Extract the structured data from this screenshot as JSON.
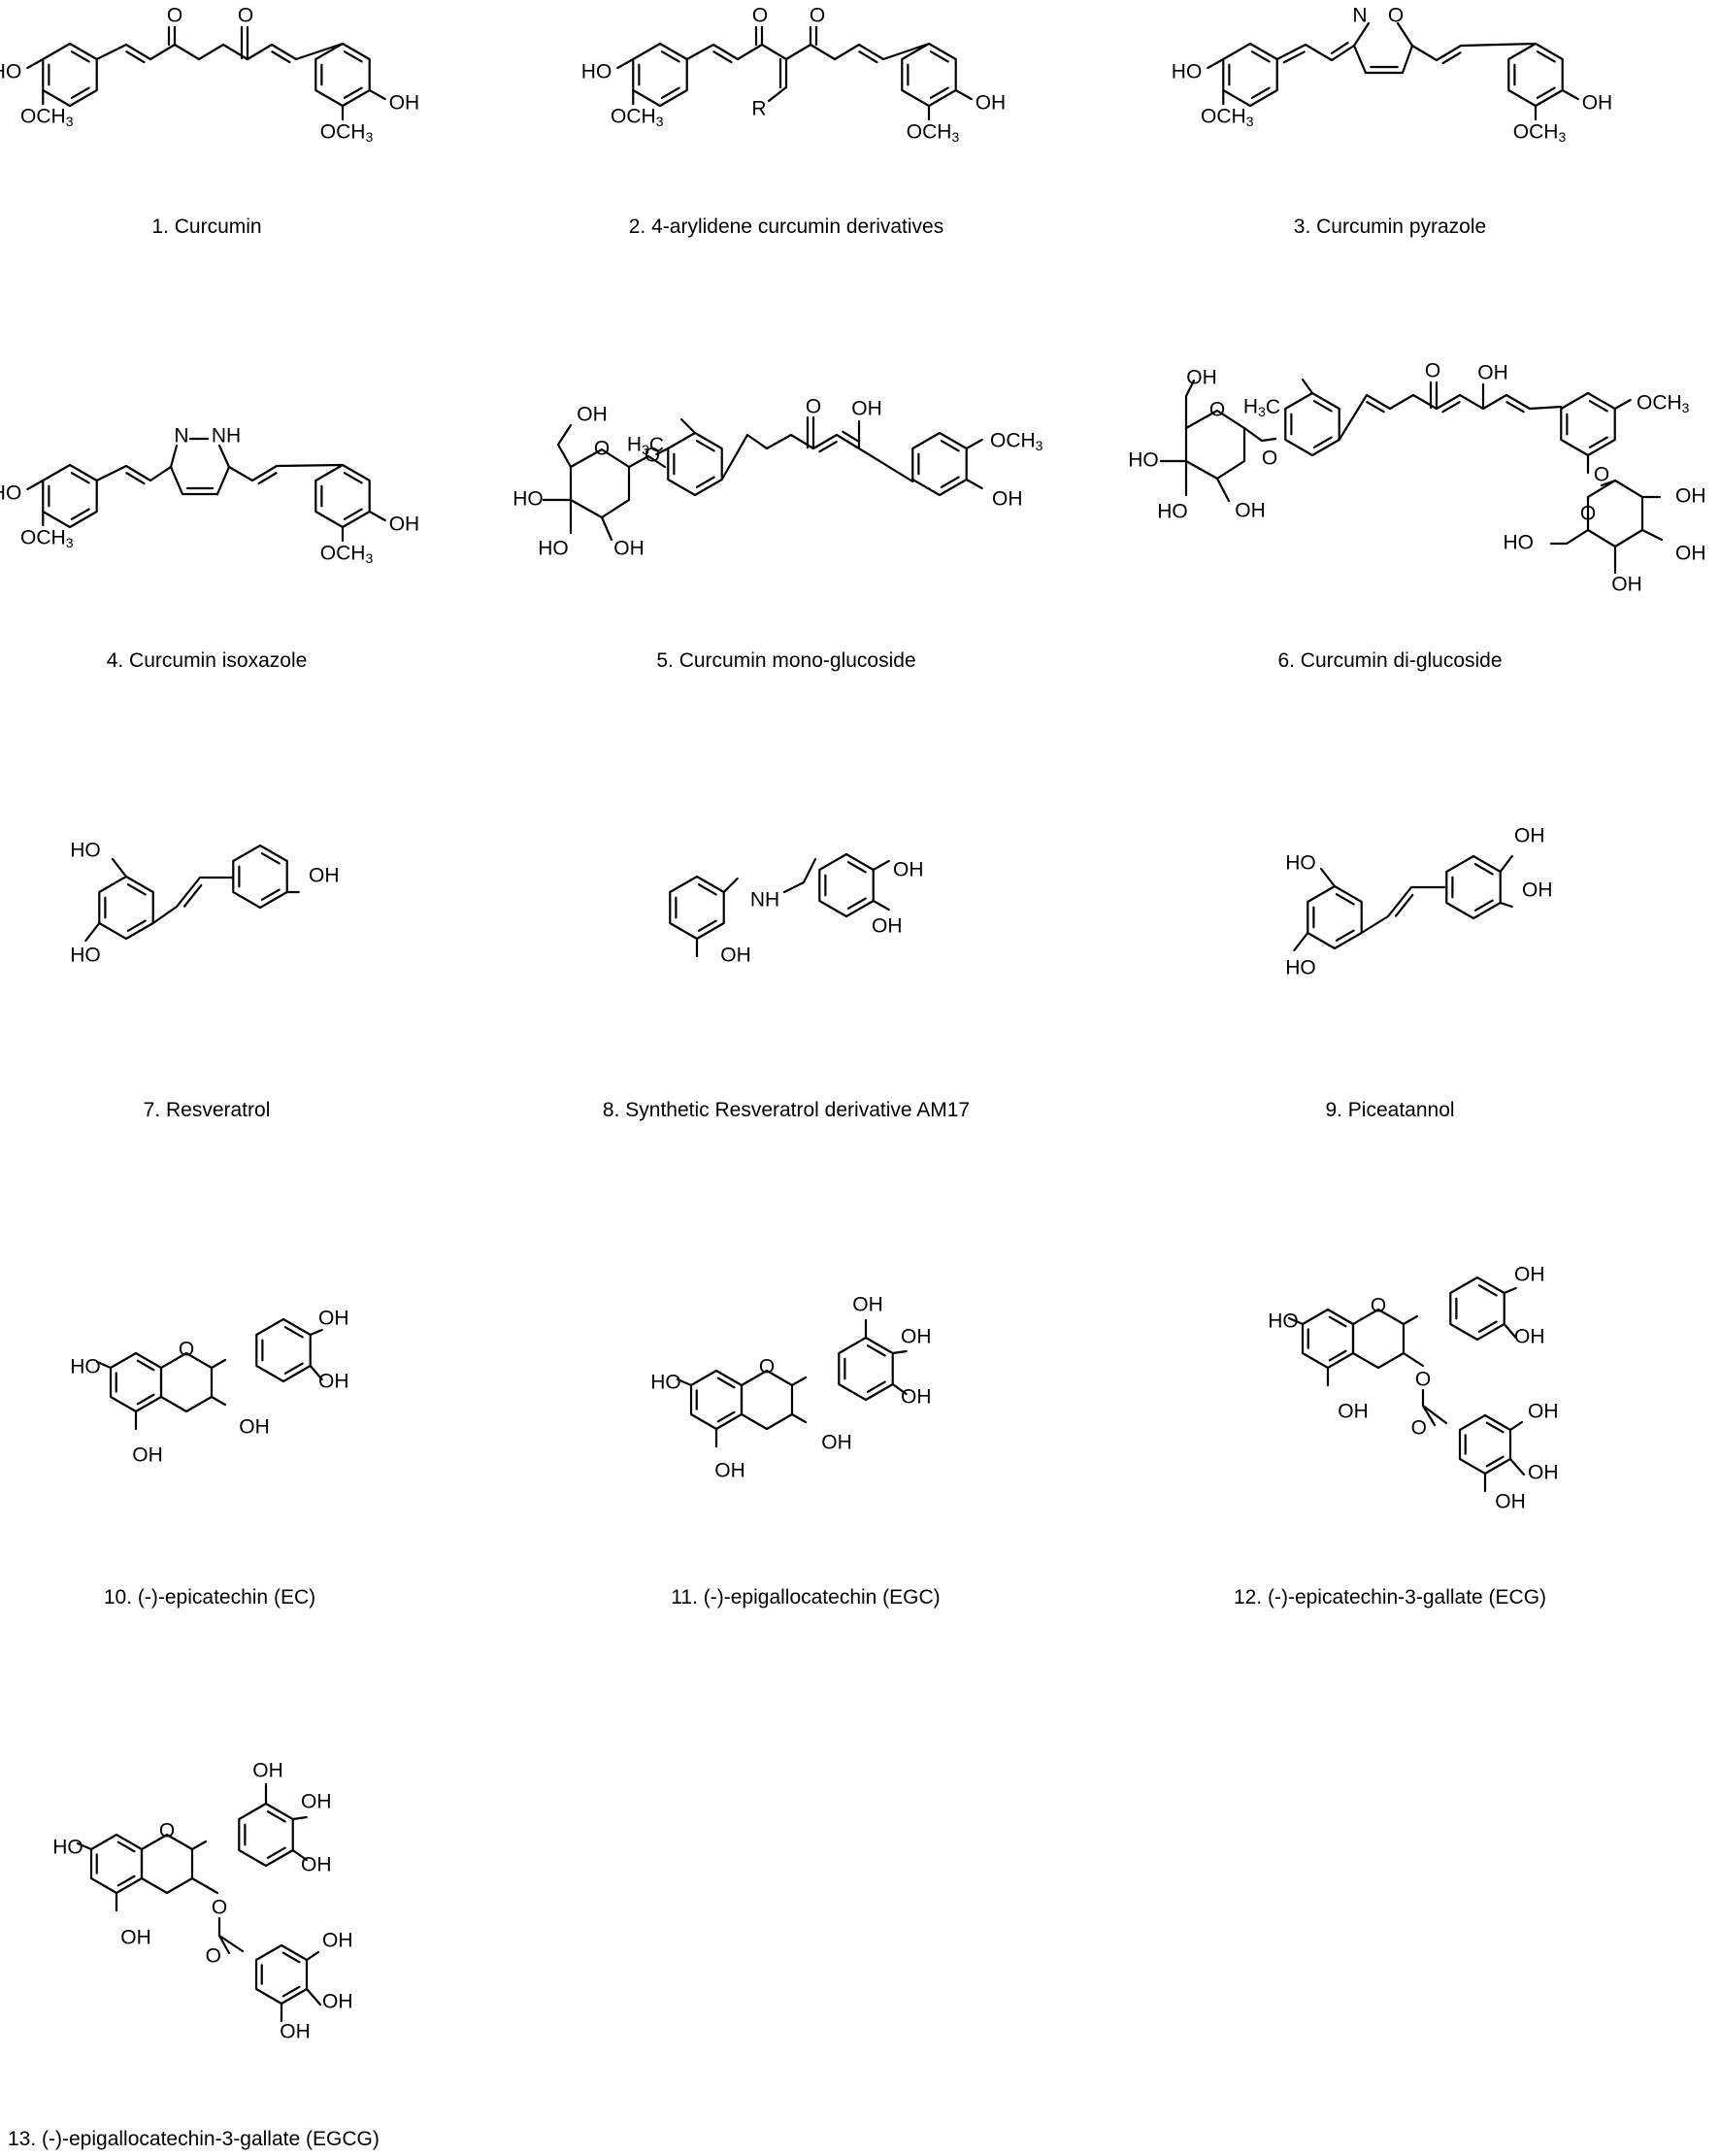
{
  "figure": {
    "captions": [
      "1. Curcumin",
      "2. 4-arylidene curcumin derivatives",
      "3. Curcumin pyrazole",
      "4. Curcumin isoxazole",
      "5. Curcumin mono-glucoside",
      "6. Curcumin di-glucoside",
      "7. Resveratrol",
      "8. Synthetic Resveratrol derivative AM17",
      "9. Piceatannol",
      "10. (-)-epicatechin (EC)",
      "11. (-)-epigallocatechin (EGC)",
      "12. (-)-epicatechin-3-gallate (ECG)",
      "13. (-)-epigallocatechin-3-gallate (EGCG)"
    ],
    "compounds": [
      {
        "labels": [
          "O",
          "O",
          "HO",
          "OH",
          "OCH3",
          "OCH3"
        ]
      },
      {
        "labels": [
          "O",
          "O",
          "R",
          "HO",
          "OH",
          "OCH3",
          "OCH3"
        ]
      },
      {
        "labels": [
          "N",
          "O",
          "HO",
          "OH",
          "OCH3",
          "OCH3"
        ]
      },
      {
        "labels": [
          "N",
          "NH",
          "HO",
          "OH",
          "OCH3",
          "OCH3"
        ]
      },
      {
        "labels": [
          "OH",
          "O",
          "HO",
          "HO",
          "OH",
          "O",
          "H3C",
          "O",
          "OH",
          "OCH3",
          "OH"
        ]
      },
      {
        "labels": [
          "OH",
          "O",
          "HO",
          "HO",
          "OH",
          "O",
          "H3C",
          "O",
          "OH",
          "OCH3",
          "O",
          "O",
          "OH",
          "HO",
          "OH",
          "OH"
        ]
      },
      {
        "labels": [
          "HO",
          "HO",
          "OH"
        ]
      },
      {
        "labels": [
          "NH",
          "OH",
          "OH",
          "OH"
        ]
      },
      {
        "labels": [
          "HO",
          "HO",
          "OH",
          "OH"
        ]
      },
      {
        "labels": [
          "HO",
          "O",
          "OH",
          "OH",
          "OH",
          "OH"
        ]
      },
      {
        "labels": [
          "HO",
          "O",
          "OH",
          "OH",
          "OH",
          "OH",
          "OH"
        ]
      },
      {
        "labels": [
          "HO",
          "O",
          "OH",
          "OH",
          "OH",
          "O",
          "O",
          "OH",
          "OH",
          "OH"
        ]
      },
      {
        "labels": [
          "HO",
          "O",
          "OH",
          "OH",
          "OH",
          "OH",
          "O",
          "O",
          "OH",
          "OH",
          "OH"
        ]
      }
    ]
  }
}
